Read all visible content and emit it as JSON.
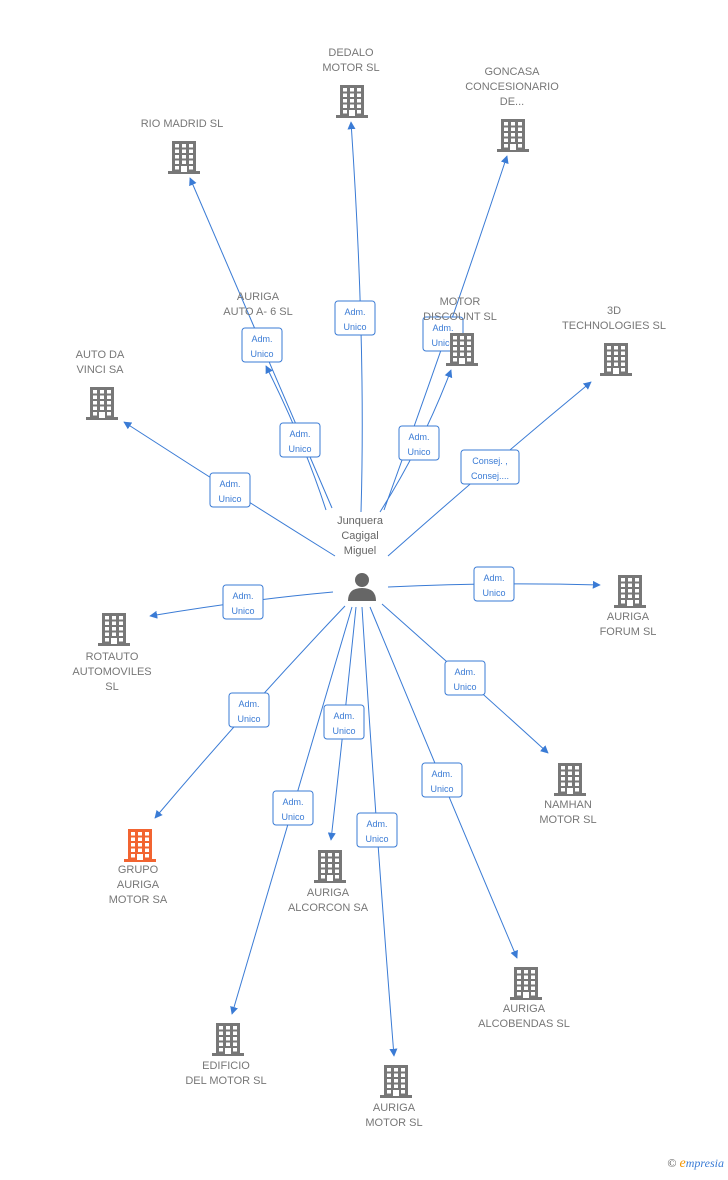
{
  "colors": {
    "edge": "#3a7bd5",
    "building": "#777777",
    "building_highlight": "#f26431",
    "person": "#666666"
  },
  "center": {
    "name_lines": [
      "Junquera",
      "Cagigal",
      "Miguel"
    ],
    "icon": "person-icon"
  },
  "nodes": [
    {
      "id": "dedalo",
      "label_lines": [
        "DEDALO",
        "MOTOR SL"
      ],
      "icon": "building-icon"
    },
    {
      "id": "goncasa",
      "label_lines": [
        "GONCASA",
        "CONCESIONARIO",
        "DE..."
      ],
      "icon": "building-icon"
    },
    {
      "id": "rio-madrid",
      "label_lines": [
        "RIO MADRID SL"
      ],
      "icon": "building-icon"
    },
    {
      "id": "auriga-auto-a6",
      "label_lines": [
        "AURIGA",
        "AUTO A- 6 SL"
      ],
      "icon": "building-icon"
    },
    {
      "id": "motor-discount",
      "label_lines": [
        "MOTOR",
        "DISCOUNT SL"
      ],
      "icon": "building-icon"
    },
    {
      "id": "3d-technologies",
      "label_lines": [
        "3D",
        "TECHNOLOGIES SL"
      ],
      "icon": "building-icon"
    },
    {
      "id": "auto-da-vinci",
      "label_lines": [
        "AUTO DA",
        "VINCI SA"
      ],
      "icon": "building-icon"
    },
    {
      "id": "auriga-forum",
      "label_lines": [
        "AURIGA",
        "FORUM SL"
      ],
      "icon": "building-icon"
    },
    {
      "id": "rotauto",
      "label_lines": [
        "ROTAUTO",
        "AUTOMOVILES",
        "SL"
      ],
      "icon": "building-icon"
    },
    {
      "id": "namhan",
      "label_lines": [
        "NAMHAN",
        "MOTOR SL"
      ],
      "icon": "building-icon"
    },
    {
      "id": "grupo-auriga",
      "label_lines": [
        "GRUPO",
        "AURIGA",
        "MOTOR SA"
      ],
      "icon": "building-icon",
      "highlight": true
    },
    {
      "id": "auriga-alcorcon",
      "label_lines": [
        "AURIGA",
        "ALCORCON SA"
      ],
      "icon": "building-icon"
    },
    {
      "id": "auriga-alcobendas",
      "label_lines": [
        "AURIGA",
        "ALCOBENDAS SL"
      ],
      "icon": "building-icon"
    },
    {
      "id": "edificio-motor",
      "label_lines": [
        "EDIFICIO",
        "DEL MOTOR SL"
      ],
      "icon": "building-icon"
    },
    {
      "id": "auriga-motor",
      "label_lines": [
        "AURIGA",
        "MOTOR SL"
      ],
      "icon": "building-icon"
    }
  ],
  "edges": [
    {
      "to": "dedalo",
      "label_lines": [
        "Adm.",
        "Unico"
      ]
    },
    {
      "to": "goncasa",
      "label_lines": [
        "Adm.",
        "Unico"
      ]
    },
    {
      "to": "rio-madrid",
      "label_lines": [
        "Adm.",
        "Unico"
      ]
    },
    {
      "to": "auriga-auto-a6",
      "label_lines": [
        "Adm.",
        "Unico"
      ]
    },
    {
      "to": "motor-discount",
      "label_lines": [
        "Adm.",
        "Unico"
      ]
    },
    {
      "to": "3d-technologies",
      "label_lines": [
        "Consej. ,",
        "Consej...."
      ]
    },
    {
      "to": "auto-da-vinci",
      "label_lines": [
        "Adm.",
        "Unico"
      ]
    },
    {
      "to": "auriga-forum",
      "label_lines": [
        "Adm.",
        "Unico"
      ]
    },
    {
      "to": "rotauto",
      "label_lines": [
        "Adm.",
        "Unico"
      ]
    },
    {
      "to": "namhan",
      "label_lines": [
        "Adm.",
        "Unico"
      ]
    },
    {
      "to": "grupo-auriga",
      "label_lines": [
        "Adm.",
        "Unico"
      ]
    },
    {
      "to": "auriga-alcorcon",
      "label_lines": [
        "Adm.",
        "Unico"
      ]
    },
    {
      "to": "auriga-alcobendas",
      "label_lines": [
        "Adm.",
        "Unico"
      ]
    },
    {
      "to": "edificio-motor",
      "label_lines": [
        "Adm.",
        "Unico"
      ]
    },
    {
      "to": "auriga-motor",
      "label_lines": [
        "Adm.",
        "Unico"
      ]
    }
  ],
  "footer": {
    "copyright": "©",
    "brand_initial": "e",
    "brand_rest": "mpresia"
  }
}
